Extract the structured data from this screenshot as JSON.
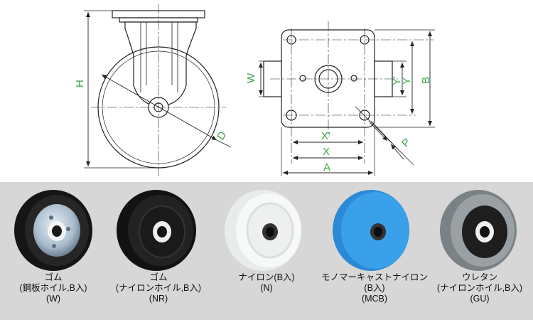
{
  "dimensions": {
    "height": "H",
    "diameter": "D",
    "width": "W",
    "a": "A",
    "b": "B",
    "x": "X",
    "x_prime": "X'",
    "y": "Y",
    "y_prime": "Y'",
    "p": "P"
  },
  "colors": {
    "line": "#222222",
    "dimension_text": "#3aa84a",
    "gallery_bg": "#d7d7d7"
  },
  "wheels": [
    {
      "line1": "ゴム",
      "line2": "(鋼板ホイル,B入)",
      "line3": "(W)"
    },
    {
      "line1": "ゴム",
      "line2": "(ナイロンホイル,B入)",
      "line3": "(NR)"
    },
    {
      "line1": "ナイロン(B入)",
      "line2": "(N)",
      "line3": ""
    },
    {
      "line1": "モノマーキャストナイロン",
      "line2": "(B入)",
      "line3": "(MCB)"
    },
    {
      "line1": "ウレタン",
      "line2": "(ナイロンホイル,B入)",
      "line3": "(GU)"
    }
  ]
}
